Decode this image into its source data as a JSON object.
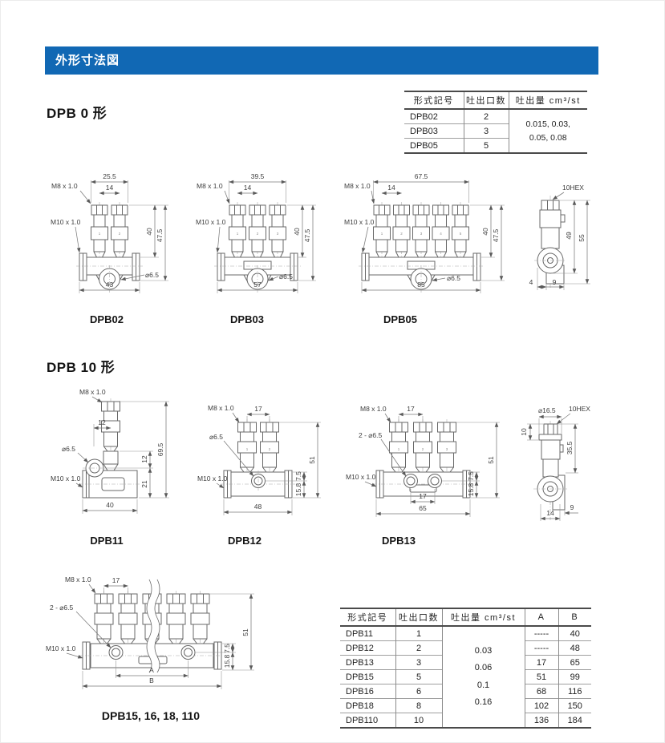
{
  "page": {
    "section_title": "外形寸法図",
    "heading_dpb0": "DPB 0 形",
    "heading_dpb10": "DPB 10 形"
  },
  "colors": {
    "accent_blue": "#1168b4",
    "table_border": "#4a4a4a",
    "drawing_line": "#686868"
  },
  "table_dpb0": {
    "headers": [
      "形式記号",
      "吐出口数",
      "吐出量 cm³/st"
    ],
    "discharge_lines": [
      "0.015,  0.03,",
      "0.05,  0.08"
    ],
    "rows": [
      {
        "model": "DPB02",
        "outlets": "2"
      },
      {
        "model": "DPB03",
        "outlets": "3"
      },
      {
        "model": "DPB05",
        "outlets": "5"
      }
    ]
  },
  "table_dpb10": {
    "headers": [
      "形式記号",
      "吐出口数",
      "吐出量 cm³/st",
      "A",
      "B"
    ],
    "discharge_lines": [
      "0.03",
      "0.06",
      "0.1",
      "0.16"
    ],
    "rows": [
      {
        "model": "DPB11",
        "outlets": "1",
        "a": "-----",
        "b": "40"
      },
      {
        "model": "DPB12",
        "outlets": "2",
        "a": "-----",
        "b": "48"
      },
      {
        "model": "DPB13",
        "outlets": "3",
        "a": "17",
        "b": "65"
      },
      {
        "model": "DPB15",
        "outlets": "5",
        "a": "51",
        "b": "99"
      },
      {
        "model": "DPB16",
        "outlets": "6",
        "a": "68",
        "b": "116"
      },
      {
        "model": "DPB18",
        "outlets": "8",
        "a": "102",
        "b": "150"
      },
      {
        "model": "DPB110",
        "outlets": "10",
        "a": "136",
        "b": "184"
      }
    ]
  },
  "drawings": {
    "dpb02": {
      "caption": "DPB02",
      "thread_outlet": "M8 x 1.0",
      "thread_port": "M10 x 1.0",
      "dim_top": "25.5",
      "dim_pitch": "14",
      "dim_h1": "40",
      "dim_h2": "47.5",
      "dim_width": "43",
      "dim_hole": "⌀6.5",
      "ports": [
        "1",
        "2"
      ]
    },
    "dpb03": {
      "caption": "DPB03",
      "thread_outlet": "M8 x 1.0",
      "thread_port": "M10 x 1.0",
      "dim_top": "39.5",
      "dim_pitch": "14",
      "dim_h1": "40",
      "dim_h2": "47.5",
      "dim_width": "57",
      "dim_hole": "⌀6.5",
      "ports": [
        "1",
        "2",
        "3"
      ]
    },
    "dpb05": {
      "caption": "DPB05",
      "thread_outlet": "M8 x 1.0",
      "thread_port": "M10 x 1.0",
      "dim_top": "67.5",
      "dim_pitch": "14",
      "dim_h1": "40",
      "dim_h2": "47.5",
      "dim_width": "85",
      "dim_hole": "⌀6.5",
      "ports": [
        "1",
        "2",
        "3",
        "4",
        "5"
      ]
    },
    "side0": {
      "hex": "10HEX",
      "dim_h1": "49",
      "dim_h2": "55",
      "dim_b1": "4",
      "dim_b2": "9"
    },
    "dpb11": {
      "caption": "DPB11",
      "thread_outlet": "M8 x 1.0",
      "thread_port": "M10 x 1.0",
      "dim_pitch": "12",
      "dim_hole": "⌀6.5",
      "dim_r1": "12",
      "dim_r2": "21",
      "dim_h": "69.5",
      "dim_width": "40"
    },
    "dpb12": {
      "caption": "DPB12",
      "thread_outlet": "M8 x 1.0",
      "thread_port": "M10 x 1.0",
      "dim_pitch": "17",
      "dim_hole": "⌀6.5",
      "dim_r1": "7.5",
      "dim_r2": "15.8",
      "dim_h": "51",
      "dim_width": "48",
      "ports": [
        "1",
        "2"
      ]
    },
    "dpb13": {
      "caption": "DPB13",
      "thread_outlet": "M8 x 1.0",
      "thread_port": "M10 x 1.0",
      "dim_pitch": "17",
      "dim_hole": "2 - ⌀6.5",
      "dim_r1": "7.5",
      "dim_r2": "15.8",
      "dim_h": "51",
      "dim_b1": "17",
      "dim_width": "65",
      "ports": [
        "1",
        "2",
        "3"
      ]
    },
    "side10": {
      "hex": "10HEX",
      "dim_dia": "⌀16.5",
      "dim_l1": "10",
      "dim_h": "35.5",
      "dim_b1": "9",
      "dim_b2": "14"
    },
    "dpb15": {
      "caption": "DPB15, 16, 18, 110",
      "thread_outlet": "M8 x 1.0",
      "thread_port": "M10 x 1.0",
      "dim_pitch": "17",
      "dim_hole": "2 - ⌀6.5",
      "dim_r1": "7.5",
      "dim_r2": "15.8",
      "dim_h": "51",
      "dim_a": "A",
      "dim_b": "B"
    }
  }
}
